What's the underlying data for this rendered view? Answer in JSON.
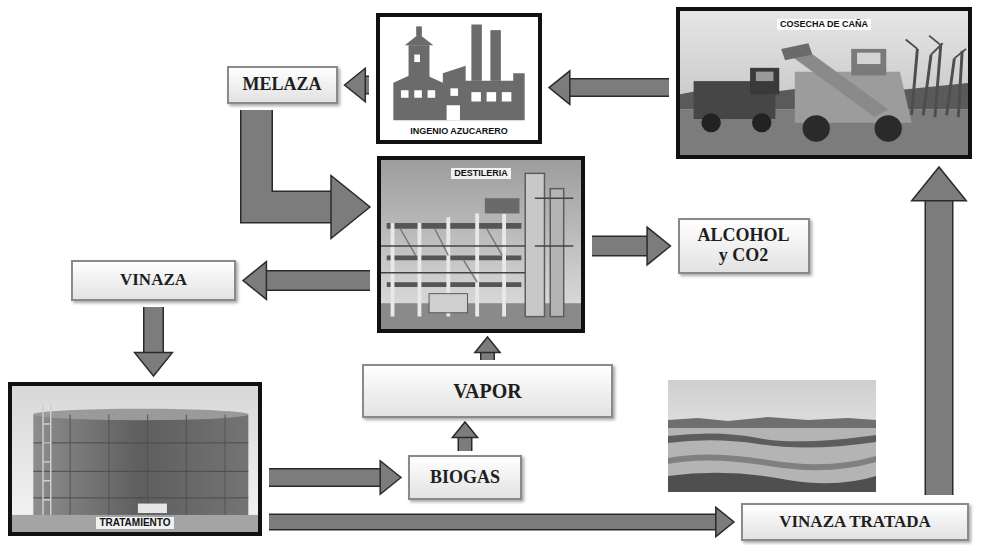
{
  "diagram": {
    "nodes": [
      {
        "text": [
          "MELAZA"
        ]
      },
      {
        "text": [
          "INGENIO AZUCARERO"
        ]
      },
      {
        "text": [
          "COSECHA DE CAÑA"
        ]
      },
      {
        "text": [
          "DESTILERIA"
        ]
      },
      {
        "text": [
          "ALCOHOL y CO2"
        ]
      },
      {
        "text": [
          "VINAZA"
        ]
      },
      {
        "text": [
          "VAPOR"
        ]
      },
      {
        "text": [
          "TRATAMIENTO"
        ]
      },
      {
        "text": [
          "BIOGAS"
        ]
      },
      {
        "text": [
          "VINAZA TRATADA"
        ]
      }
    ],
    "edges": [
      {
        "from": 2,
        "to": 1,
        "arrow": "to"
      },
      {
        "from": 1,
        "to": 0,
        "arrow": "to"
      },
      {
        "from": 0,
        "to": 3,
        "arrow": "to"
      },
      {
        "from": 3,
        "to": 4,
        "arrow": "to"
      },
      {
        "from": 3,
        "to": 5,
        "arrow": "to"
      },
      {
        "from": 5,
        "to": 7,
        "arrow": "to"
      },
      {
        "from": 7,
        "to": 8,
        "arrow": "to"
      },
      {
        "from": 8,
        "to": 6,
        "arrow": "to"
      },
      {
        "from": 6,
        "to": 3,
        "arrow": "to"
      },
      {
        "from": 7,
        "to": 9,
        "arrow": "to"
      },
      {
        "from": 9,
        "to": 2,
        "arrow": "to"
      }
    ]
  }
}
